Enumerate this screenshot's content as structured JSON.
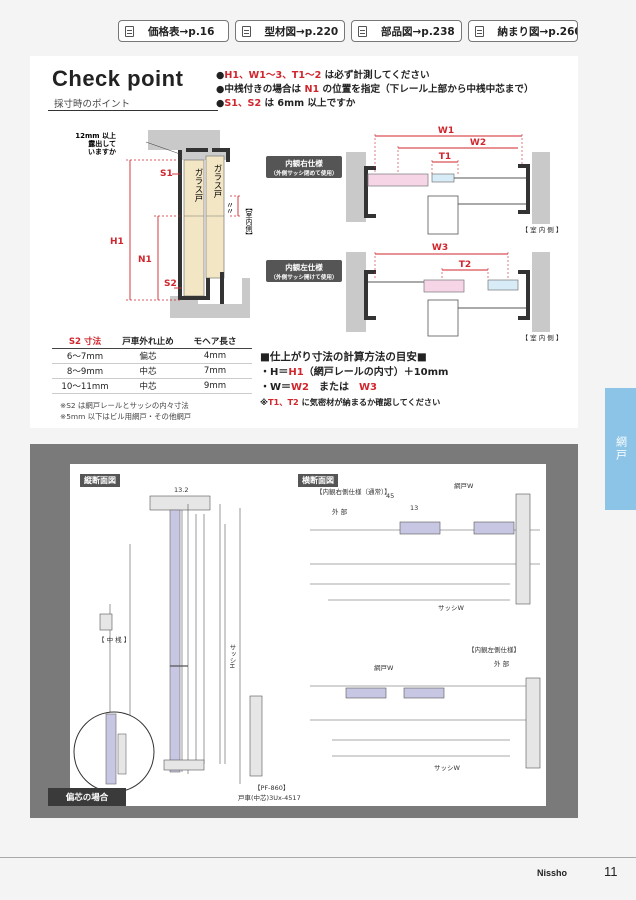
{
  "nav": [
    {
      "label": "価格表→p.16"
    },
    {
      "label": "型材図→p.220"
    },
    {
      "label": "部品図→p.238"
    },
    {
      "label": "納まり図→p.260"
    }
  ],
  "check_point": {
    "title": "Check point",
    "subtitle": "採寸時のポイント",
    "bullets": [
      {
        "pre": "●",
        "red": "H1、W1〜3、T1〜2",
        "post": " は必ず計測してください"
      },
      {
        "pre": "●中桟付きの場合は ",
        "red": "N1",
        "post": " の位置を指定（下レール上部から中桟中芯まで）"
      },
      {
        "pre": "●",
        "red": "S1、S2",
        "post": " は 6mm 以上ですか"
      }
    ]
  },
  "left_diagram": {
    "note_lines": [
      "12mm 以上",
      "露出して",
      "いますか"
    ],
    "s1": "S1",
    "s2": "S2",
    "h1": "H1",
    "n1": "N1",
    "glass1": "ガラス戸",
    "glass2": "ガラス戸",
    "room": "【室内側】",
    "marks": "〃"
  },
  "right_diagram": {
    "top_label": "内観右仕様",
    "top_sub": "（外側サッシ閉めて使用）",
    "bottom_label": "内観左仕様",
    "bottom_sub": "（外側サッシ開けて使用）",
    "w1": "W1",
    "w2": "W2",
    "t1": "T1",
    "w3": "W3",
    "t2": "T2",
    "room1": "【 室 内 側 】",
    "room2": "【 室 内 側 】"
  },
  "s2_table": {
    "headers": [
      "S2 寸法",
      "戸車外れ止め",
      "モヘア長さ"
    ],
    "rows": [
      [
        "6〜7mm",
        "偏芯",
        "4mm"
      ],
      [
        "8〜9mm",
        "中芯",
        "7mm"
      ],
      [
        "10〜11mm",
        "中芯",
        "9mm"
      ]
    ],
    "notes": [
      "※S2 は網戸レールとサッシの内々寸法",
      "※5mm 以下はビル用網戸・その他網戸"
    ]
  },
  "calc": {
    "heading": "■仕上がり寸法の計算方法の目安■",
    "line1_pre": "・H＝",
    "line1_red": "H1",
    "line1_post": "（網戸レールの内寸）＋10mm",
    "line2_pre": "・W＝",
    "line2_red": "W2",
    "line2_mid": "　または　",
    "line2_red2": "W3",
    "note_pre": "※",
    "note_red": "T1、T2",
    "note_post": " に気密材が納まるか確認してください"
  },
  "side_tab": "網戸",
  "drawings": {
    "v_title": "縦断面図",
    "h_title": "横断面図",
    "h_top_label": "【内観右側仕様（通常）】",
    "h_bottom_label": "【内観左側仕様】",
    "outside1": "外 部",
    "outside2": "外 部",
    "naka": "【 中 桟 】",
    "sash_w1": "サッシW",
    "sash_w2": "サッシW",
    "amido_w1": "網戸W",
    "amido_w2": "網戸W",
    "sash_h": "サッシH",
    "pf": "【PF-860】",
    "wheel": "戸車(中芯)3Ux-4517",
    "eccentric": "偏芯の場合",
    "dim45": "45",
    "dim13": "13",
    "dim132": "13.2"
  },
  "footer": {
    "brand": "Nissho",
    "page": "11"
  }
}
